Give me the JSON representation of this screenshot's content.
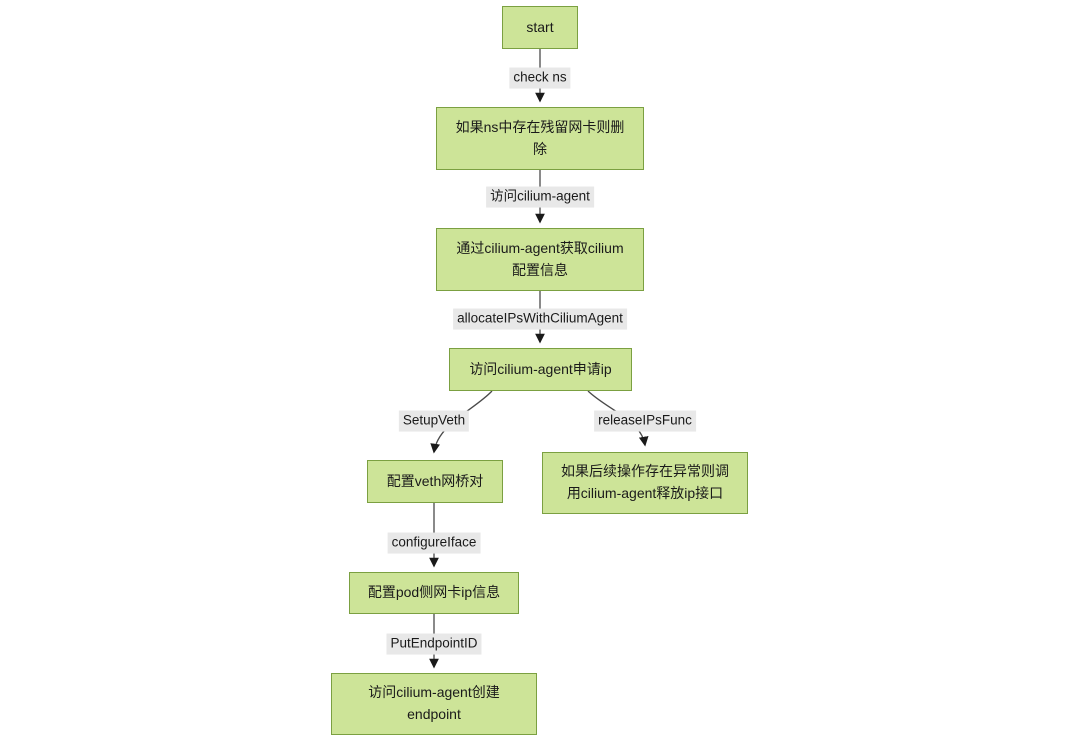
{
  "diagram": {
    "kind": "flowchart",
    "direction": "top-down",
    "colors": {
      "node_fill": "#cde498",
      "node_border": "#7ba041",
      "edge_label_bg": "#e8e8e8",
      "edge_line": "#4a4a4a",
      "arrowhead": "#1a1a1a",
      "text": "#1a1a1a",
      "background": "#ffffff"
    },
    "nodes": [
      {
        "id": "start",
        "label": "start"
      },
      {
        "id": "cleanup-residual-nic",
        "label": "如果ns中存在残留网卡则删除"
      },
      {
        "id": "get-cilium-config",
        "label": "通过cilium-agent获取cilium配置信息"
      },
      {
        "id": "request-ip",
        "label": "访问cilium-agent申请ip"
      },
      {
        "id": "setup-veth",
        "label": "配置veth网桥对"
      },
      {
        "id": "release-ips-on-error",
        "label": "如果后续操作存在异常则调用cilium-agent释放ip接口"
      },
      {
        "id": "configure-pod-iface",
        "label": "配置pod侧网卡ip信息"
      },
      {
        "id": "create-endpoint",
        "label": "访问cilium-agent创建endpoint"
      }
    ],
    "edges": [
      {
        "from": "start",
        "to": "cleanup-residual-nic",
        "label": "check ns"
      },
      {
        "from": "cleanup-residual-nic",
        "to": "get-cilium-config",
        "label": "访问cilium-agent"
      },
      {
        "from": "get-cilium-config",
        "to": "request-ip",
        "label": "allocateIPsWithCiliumAgent"
      },
      {
        "from": "request-ip",
        "to": "setup-veth",
        "label": "SetupVeth"
      },
      {
        "from": "request-ip",
        "to": "release-ips-on-error",
        "label": "releaseIPsFunc"
      },
      {
        "from": "setup-veth",
        "to": "configure-pod-iface",
        "label": "configureIface"
      },
      {
        "from": "configure-pod-iface",
        "to": "create-endpoint",
        "label": "PutEndpointID"
      }
    ]
  }
}
